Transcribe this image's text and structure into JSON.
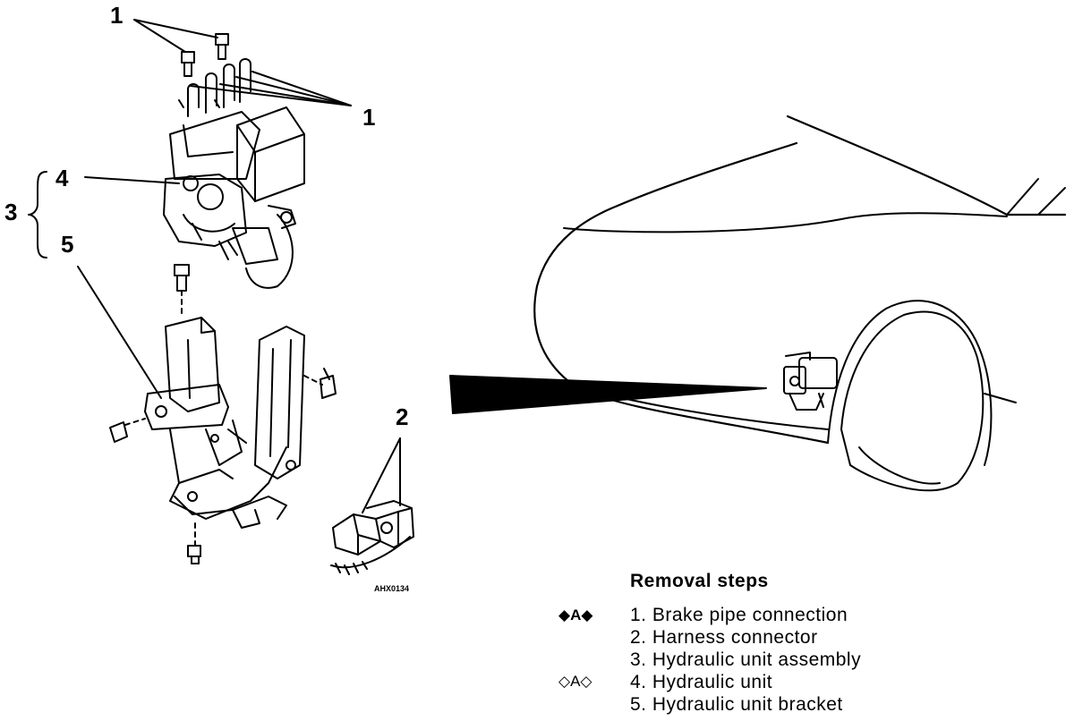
{
  "callouts": {
    "top_bolts": "1",
    "pipe_connections": "1",
    "harness_connector": "2",
    "assembly": "3",
    "hydraulic_unit": "4",
    "bracket": "5"
  },
  "figure_code": "AHX0134",
  "removal": {
    "title": "Removal steps",
    "steps": [
      {
        "text": "1. Brake pipe connection",
        "marker": "◆A◆"
      },
      {
        "text": "2. Harness connector",
        "marker": ""
      },
      {
        "text": "3. Hydraulic unit assembly",
        "marker": ""
      },
      {
        "text": "4. Hydraulic unit",
        "marker": "◇A◇"
      },
      {
        "text": "5. Hydraulic unit bracket",
        "marker": ""
      }
    ]
  }
}
